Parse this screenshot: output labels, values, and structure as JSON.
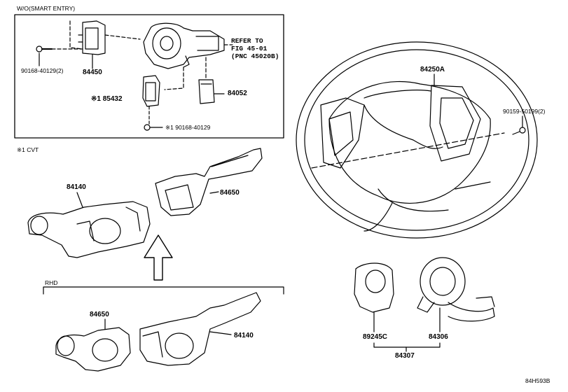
{
  "diagram": {
    "inset_title": "W/O(SMART ENTRY)",
    "note_cvt": "※1 CVT",
    "rhd_label": "RHD",
    "figure_code": "84H593B",
    "refer": {
      "line1": "REFER TO",
      "line2": "FIG 45-01",
      "line3": "(PNC 45020B)"
    },
    "parts": {
      "p90168_2": "90168-40129(2)",
      "p84450": "84450",
      "p85432": "※1 85432",
      "p84052": "84052",
      "p90168_1": "※1 90168-40129",
      "p84250A": "84250A",
      "p90159": "90159-50199(2)",
      "p84140_top": "84140",
      "p84650_top": "84650",
      "p84650_rhd": "84650",
      "p84140_rhd": "84140",
      "p89245C": "89245C",
      "p84306": "84306",
      "p84307": "84307"
    }
  }
}
